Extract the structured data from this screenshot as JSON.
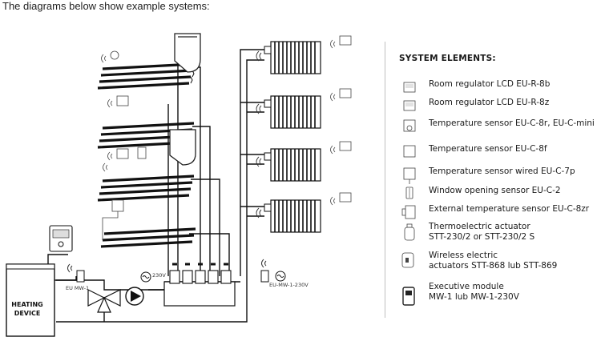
{
  "intro_text": "The diagrams below show example systems:",
  "legend": {
    "title": "SYSTEM ELEMENTS:",
    "items": [
      {
        "lines": [
          "Room regulator LCD EU-R-8b"
        ],
        "icon": "room-regulator-lcd-icon"
      },
      {
        "lines": [
          "Room regulator LCD EU-R-8z"
        ],
        "icon": "room-regulator-lcd-icon"
      },
      {
        "lines": [
          "Temperature sensor EU-C-8r, EU-C-mini"
        ],
        "icon": "temperature-sensor-icon"
      },
      {
        "lines": [
          "Temperature sensor EU-C-8f"
        ],
        "icon": "floor-sensor-icon"
      },
      {
        "lines": [
          "Temperature sensor wired EU-C-7p"
        ],
        "icon": "wired-sensor-icon"
      },
      {
        "lines": [
          "Window opening sensor EU-C-2"
        ],
        "icon": "window-sensor-icon"
      },
      {
        "lines": [
          "External temperature sensor EU-C-8zr"
        ],
        "icon": "external-sensor-icon"
      },
      {
        "lines": [
          "Thermoelectric actuator",
          "STT-230/2 or STT-230/2 S"
        ],
        "icon": "thermoelectric-actuator-icon"
      },
      {
        "lines": [
          "Wireless electric",
          "actuators STT-868 lub STT-869"
        ],
        "icon": "wireless-actuator-icon"
      },
      {
        "lines": [
          "Executive module",
          "MW-1 lub MW-1-230V"
        ],
        "icon": "executive-module-icon"
      }
    ]
  },
  "diagram": {
    "heating_device_line1": "HEATING",
    "heating_device_line2": "DEVICE",
    "module_label_left": "EU MW-1",
    "module_label_right": "EU-MW-1-230V",
    "voltage_label": "230V"
  }
}
